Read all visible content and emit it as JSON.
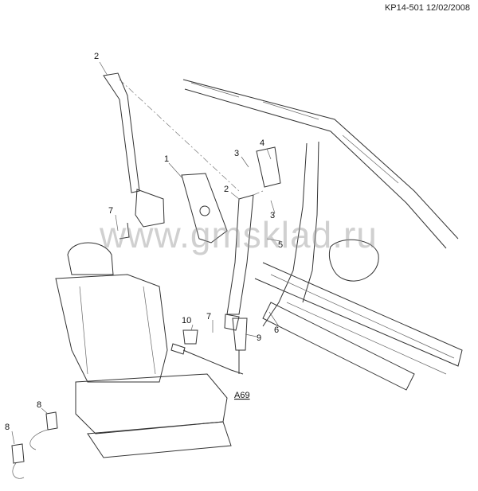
{
  "header": {
    "code": "KP14-501 12/02/2008"
  },
  "watermark": "www.gmsklad.ru",
  "callouts": [
    "2",
    "1",
    "3",
    "4",
    "2",
    "3",
    "7",
    "5",
    "6",
    "10",
    "7",
    "9",
    "A69",
    "8",
    "8"
  ]
}
